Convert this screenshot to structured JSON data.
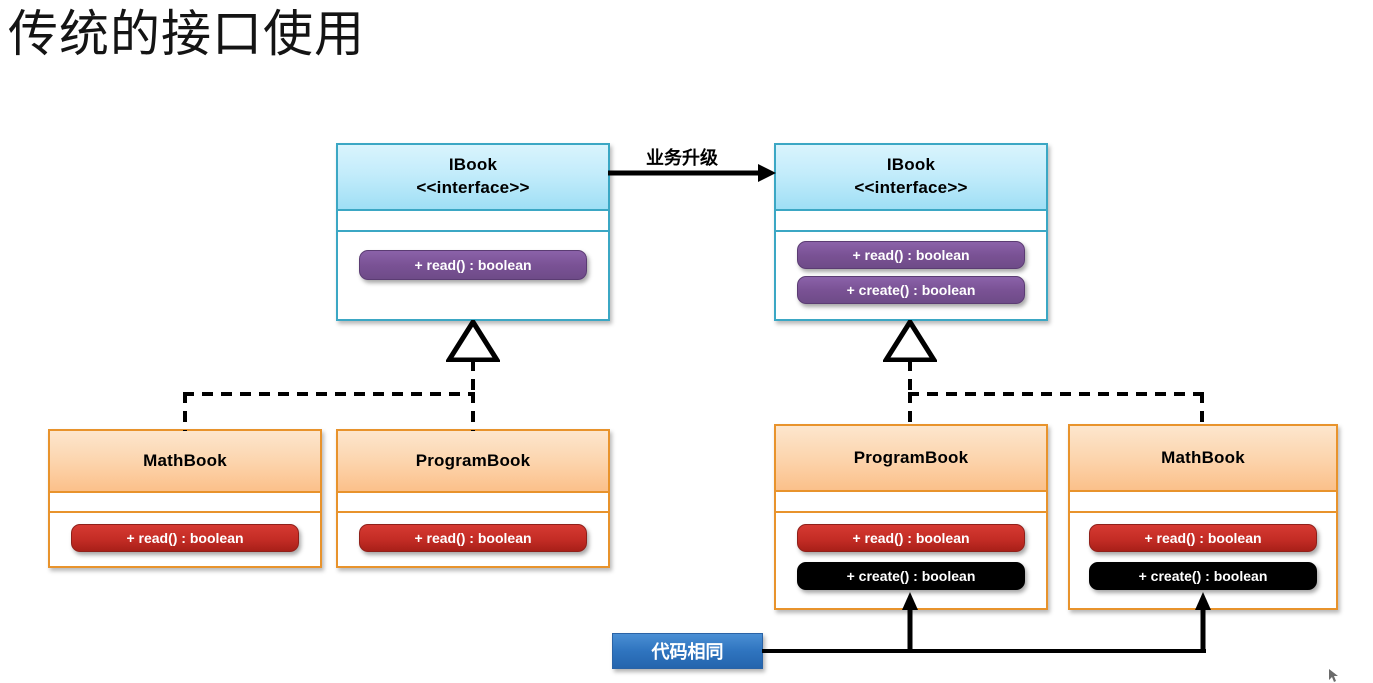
{
  "slide": {
    "title": "传统的接口使用",
    "background": "#ffffff"
  },
  "colors": {
    "interface_border": "#3ba7c4",
    "interface_header": "#c3ecfb",
    "impl_border": "#e8932c",
    "impl_header": "#fbc08a",
    "method_purple": "#7a5295",
    "method_red": "#c42c25",
    "method_black": "#000000",
    "note_blue": "#2f74bf",
    "edge_black": "#000000"
  },
  "diagram": {
    "type": "uml-class-diagram",
    "left_group": {
      "interface": {
        "name": "IBook",
        "stereotype": "<<interface>>",
        "attributes": [],
        "methods": [
          {
            "label": "+ read() : boolean",
            "style": "purple"
          }
        ]
      },
      "implementations": [
        {
          "name": "MathBook",
          "attributes": [],
          "methods": [
            {
              "label": "+ read() : boolean",
              "style": "red"
            }
          ]
        },
        {
          "name": "ProgramBook",
          "attributes": [],
          "methods": [
            {
              "label": "+ read() : boolean",
              "style": "red"
            }
          ]
        }
      ]
    },
    "right_group": {
      "interface": {
        "name": "IBook",
        "stereotype": "<<interface>>",
        "attributes": [],
        "methods": [
          {
            "label": "+ read() : boolean",
            "style": "purple"
          },
          {
            "label": "+ create() : boolean",
            "style": "purple"
          }
        ]
      },
      "implementations": [
        {
          "name": "ProgramBook",
          "attributes": [],
          "methods": [
            {
              "label": "+ read() : boolean",
              "style": "red"
            },
            {
              "label": "+ create() : boolean",
              "style": "black"
            }
          ]
        },
        {
          "name": "MathBook",
          "attributes": [],
          "methods": [
            {
              "label": "+ read() : boolean",
              "style": "red"
            },
            {
              "label": "+ create() : boolean",
              "style": "black"
            }
          ]
        }
      ]
    },
    "annotations": {
      "upgrade_label": "业务升级",
      "duplicate_code_note": "代码相同"
    }
  }
}
